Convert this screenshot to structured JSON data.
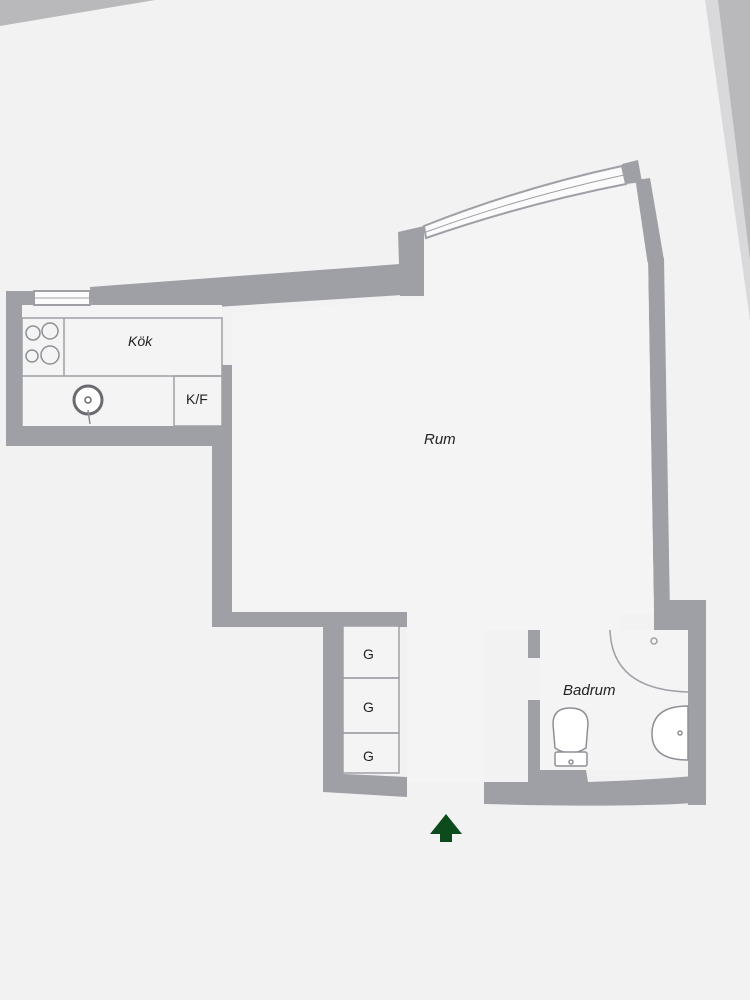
{
  "rooms": {
    "kitchen": "Kök",
    "fridge_freezer": "K/F",
    "main_room": "Rum",
    "bathroom": "Badrum",
    "closet_1": "G",
    "closet_2": "G",
    "closet_3": "G"
  },
  "icons": {
    "entrance": "entrance-arrow-icon",
    "stove": "stove-icon",
    "sink": "kitchen-sink-icon",
    "toilet": "toilet-icon",
    "washbasin": "washbasin-icon",
    "shower": "shower-icon"
  },
  "colors": {
    "wall": "#9fa0a6",
    "paper": "#f3f3f4",
    "arrow": "#0d4a1c",
    "ink": "#222222"
  }
}
